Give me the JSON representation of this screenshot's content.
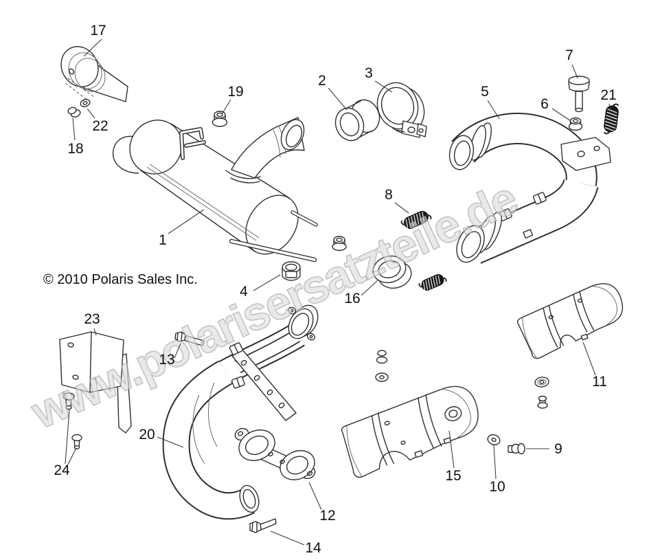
{
  "figure": {
    "watermark": "www.polarisersatzteile.de",
    "copyright": "© 2010 Polaris Sales Inc."
  },
  "callouts": {
    "c1": "1",
    "c2": "2",
    "c3": "3",
    "c4": "4",
    "c5": "5",
    "c6": "6",
    "c7": "7",
    "c8": "8",
    "c9": "9",
    "c10": "10",
    "c11": "11",
    "c12": "12",
    "c13": "13",
    "c14": "14",
    "c15": "15",
    "c16": "16",
    "c17": "17",
    "c18": "18",
    "c19": "19",
    "c20": "20",
    "c21": "21",
    "c22": "22",
    "c23": "23",
    "c24": "24"
  }
}
